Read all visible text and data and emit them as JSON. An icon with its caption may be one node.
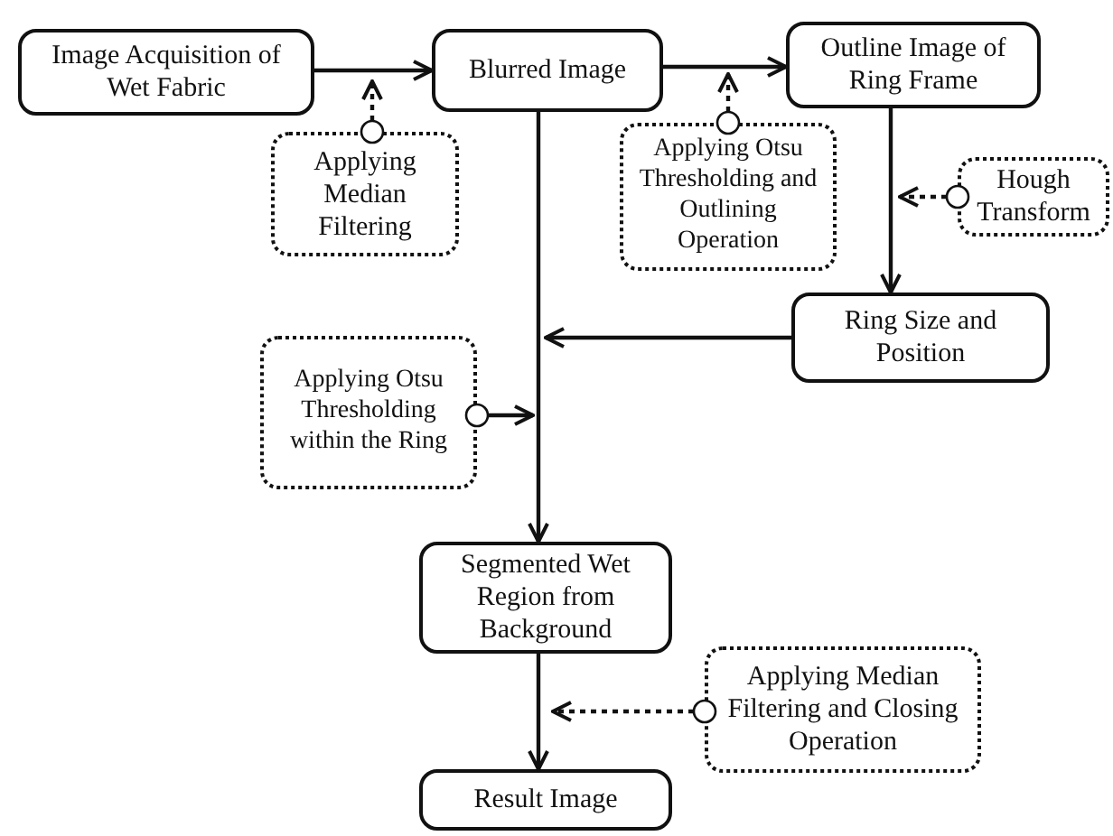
{
  "diagram": {
    "nodes": [
      {
        "text": [
          "Image Acquisition of Wet Fabric"
        ]
      },
      {
        "text": [
          "Blurred Image"
        ]
      },
      {
        "text": [
          "Outline Image of Ring Frame"
        ]
      },
      {
        "text": [
          "Applying Median Filtering"
        ]
      },
      {
        "text": [
          "Applying Otsu Thresholding and Outlining Operation"
        ]
      },
      {
        "text": [
          "Hough Transform"
        ]
      },
      {
        "text": [
          "Ring Size and Position"
        ]
      },
      {
        "text": [
          "Applying Otsu Thresholding within the Ring"
        ]
      },
      {
        "text": [
          "Segmented Wet Region from Background"
        ]
      },
      {
        "text": [
          "Applying Median Filtering and Closing Operation"
        ]
      },
      {
        "text": [
          "Result Image"
        ]
      }
    ],
    "edges": [
      {
        "from": 0,
        "to": 1,
        "arrow": "to"
      },
      {
        "from": 3,
        "to": null,
        "arrow": "to",
        "style": "dashed"
      },
      {
        "from": 1,
        "to": 2,
        "arrow": "to"
      },
      {
        "from": 4,
        "to": null,
        "arrow": "to",
        "style": "dashed"
      },
      {
        "from": 2,
        "to": 6,
        "arrow": "to"
      },
      {
        "from": 5,
        "to": null,
        "arrow": "to",
        "style": "dashed"
      },
      {
        "from": 1,
        "to": 8,
        "arrow": "to"
      },
      {
        "from": 6,
        "to": null,
        "arrow": "to"
      },
      {
        "from": 7,
        "to": null,
        "arrow": "to"
      },
      {
        "from": 8,
        "to": 10,
        "arrow": "to"
      },
      {
        "from": 9,
        "to": null,
        "arrow": "to",
        "style": "dashed"
      }
    ]
  }
}
